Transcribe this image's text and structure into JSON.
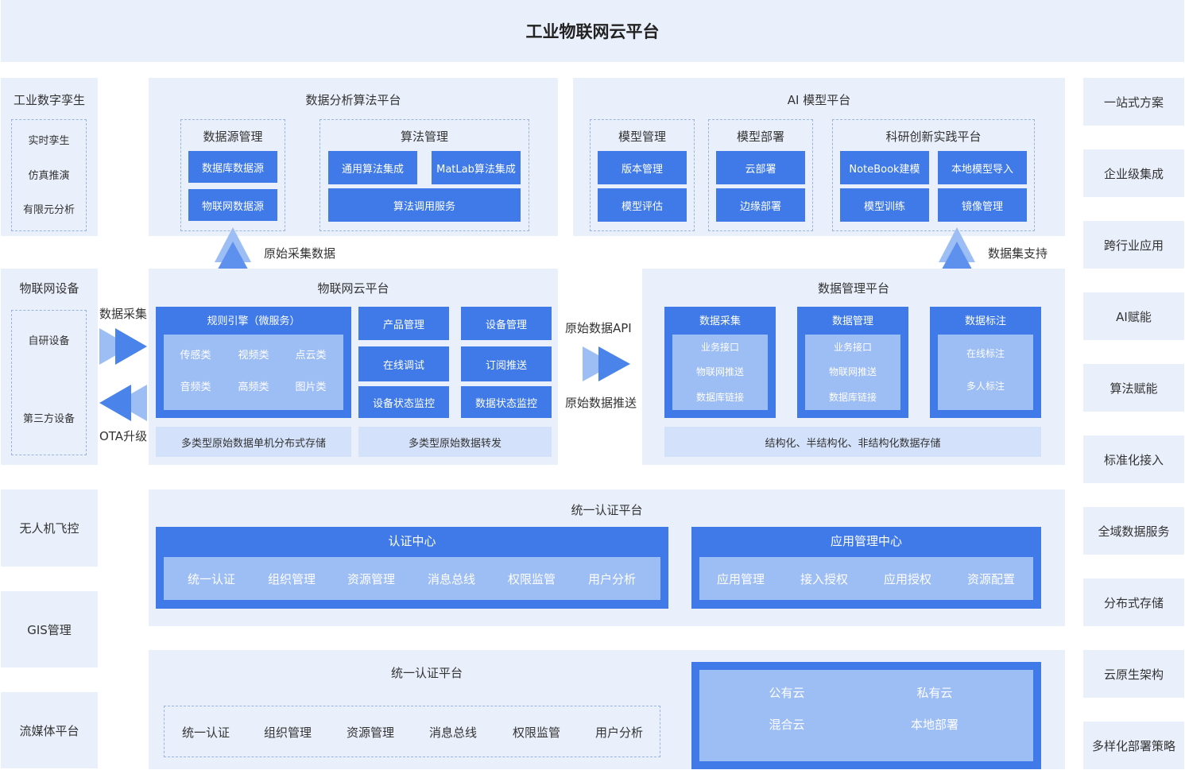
{
  "title": "工业物联网云平台",
  "left": {
    "digital_twin": {
      "title": "工业数字孪生",
      "items": [
        "实时孪生",
        "仿真推演",
        "有限元分析"
      ]
    },
    "iot_device": {
      "title": "物联网设备",
      "items": [
        "自研设备",
        "第三方设备"
      ]
    },
    "drone": "无人机飞控",
    "gis": "GIS管理",
    "streaming": "流媒体平台"
  },
  "right": [
    "一站式方案",
    "企业级集成",
    "跨行业应用",
    "AI赋能",
    "算法赋能",
    "标准化接入",
    "全域数据服务",
    "分布式存储",
    "云原生架构",
    "多样化部署策略"
  ],
  "algo": {
    "title": "数据分析算法平台",
    "datasource": {
      "title": "数据源管理",
      "items": [
        "数据库数据源",
        "物联网数据源"
      ]
    },
    "algorithm": {
      "title": "算法管理",
      "items": [
        "通用算法集成",
        "MatLab算法集成",
        "算法调用服务"
      ]
    }
  },
  "ai": {
    "title": "AI 模型平台",
    "model_mgmt": {
      "title": "模型管理",
      "items": [
        "版本管理",
        "模型评估"
      ]
    },
    "model_deploy": {
      "title": "模型部署",
      "items": [
        "云部署",
        "边缘部署"
      ]
    },
    "research": {
      "title": "科研创新实践平台",
      "items": [
        "NoteBook建模",
        "本地模型导入",
        "模型训练",
        "镜像管理"
      ]
    }
  },
  "arrows": {
    "raw_collect": "原始采集数据",
    "dataset_support": "数据集支持",
    "data_collect": "数据采集",
    "ota": "OTA升级",
    "raw_api": "原始数据API",
    "raw_push": "原始数据推送"
  },
  "iot": {
    "title": "物联网云平台",
    "rule_engine": {
      "title": "规则引擎（微服务）",
      "items": [
        "传感类",
        "视频类",
        "点云类",
        "音频类",
        "高频类",
        "图片类"
      ]
    },
    "buttons": [
      "产品管理",
      "设备管理",
      "在线调试",
      "订阅推送",
      "设备状态监控",
      "数据状态监控"
    ],
    "bottom": [
      "多类型原始数据单机分布式存储",
      "多类型原始数据转发"
    ]
  },
  "dm": {
    "title": "数据管理平台",
    "columns": [
      {
        "title": "数据采集",
        "items": [
          "业务接口",
          "物联网推送",
          "数据库链接"
        ]
      },
      {
        "title": "数据管理",
        "items": [
          "业务接口",
          "物联网推送",
          "数据库链接"
        ]
      },
      {
        "title": "数据标注",
        "items": [
          "在线标注",
          "多人标注"
        ]
      }
    ],
    "storage": "结构化、半结构化、非结构化数据存储"
  },
  "auth": {
    "title": "统一认证平台",
    "center": {
      "title": "认证中心",
      "items": [
        "统一认证",
        "组织管理",
        "资源管理",
        "消息总线",
        "权限监管",
        "用户分析"
      ]
    },
    "app": {
      "title": "应用管理中心",
      "items": [
        "应用管理",
        "接入授权",
        "应用授权",
        "资源配置"
      ]
    }
  },
  "auth2": {
    "title": "统一认证平台",
    "items": [
      "统一认证",
      "组织管理",
      "资源管理",
      "消息总线",
      "权限监管",
      "用户分析"
    ],
    "deploy": [
      "公有云",
      "私有云",
      "混合云",
      "本地部署"
    ]
  },
  "colors": {
    "primary": "#3f7ae8",
    "panel": "#e9f0fb",
    "light": "#9dbdf5"
  }
}
